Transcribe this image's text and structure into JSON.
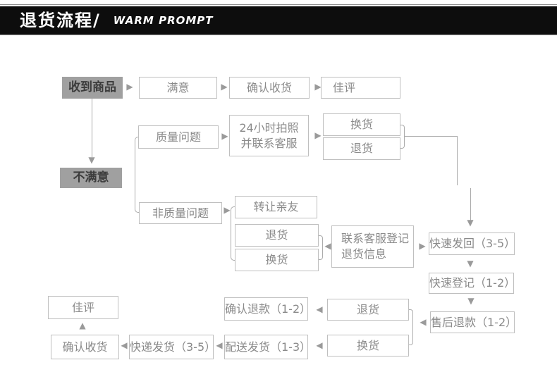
{
  "header": {
    "title": "退货流程/",
    "subtitle": "WARM PROMPT"
  },
  "icons": {
    "arrow_right": "▶",
    "arrow_left": "◀",
    "arrow_up": "▲",
    "arrow_down": "▼"
  },
  "colors": {
    "header_bg": "#0d0d0d",
    "header_text": "#ffffff",
    "box_border": "#bfbfbf",
    "box_text": "#8a8a8a",
    "filled_box_bg": "#a0a0a0",
    "filled_box_text": "#3c3c3c",
    "connector": "#ababab",
    "arrow": "#9a9a9a"
  },
  "nodes": {
    "received": "收到商品",
    "satisfied": "满意",
    "confirm_receipt_top": "确认收货",
    "good_review_top": "佳评",
    "quality_issue": "质量问题",
    "photo_contact": "24小时拍照\n并联系客服",
    "exchange_quality": "换货",
    "return_quality": "退货",
    "unsatisfied": "不满意",
    "non_quality_issue": "非质量问题",
    "transfer_friends": "转让亲友",
    "return_nonquality": "退货",
    "exchange_nonquality": "换货",
    "contact_register": "联系客服登记\n退货信息",
    "fast_send_back": "快速发回（3-5）",
    "fast_register": "快速登记（1-2）",
    "aftersale_refund": "售后退款（1-2）",
    "good_review_bottom": "佳评",
    "confirm_receipt_bottom": "确认收货",
    "courier_delivery": "快递发货（3-5）",
    "dispatch_delivery": "配送发货（1-3）",
    "return_bottom": "退货",
    "exchange_bottom": "换货",
    "confirm_refund": "确认退款（1-2）"
  }
}
